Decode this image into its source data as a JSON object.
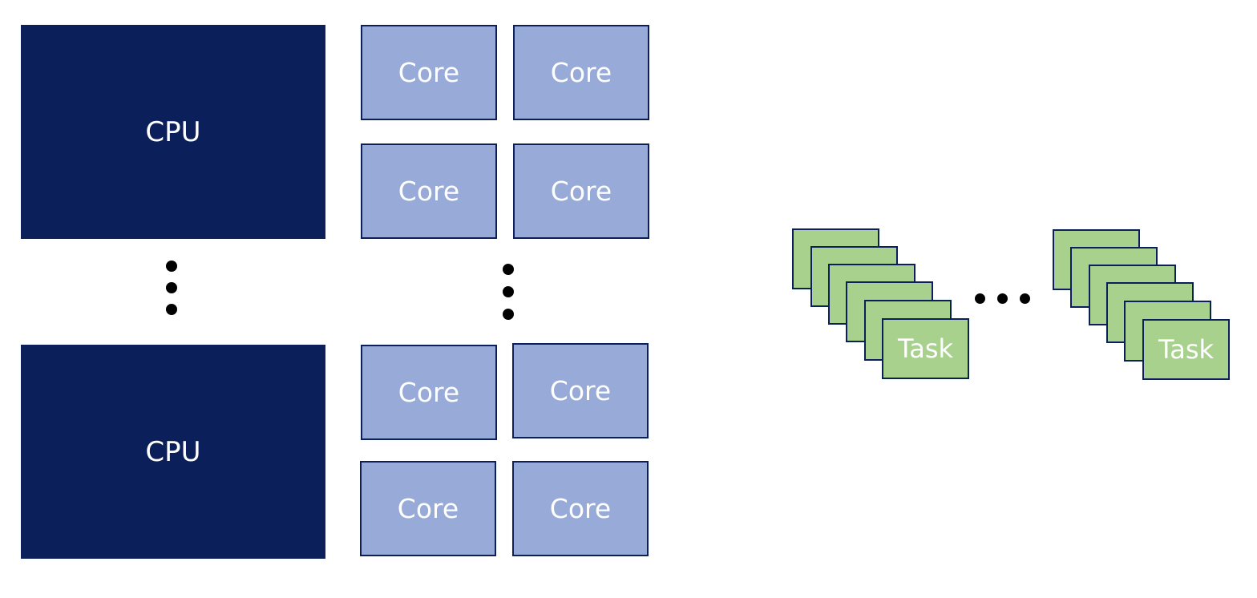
{
  "cpu_label": "CPU",
  "core_label": "Core",
  "task_label": "Task",
  "colors": {
    "cpu_fill": "#0b1f5a",
    "core_fill": "#97aad8",
    "task_fill": "#a9d18e",
    "outline": "#0b1f5a",
    "dots": "#000000"
  }
}
